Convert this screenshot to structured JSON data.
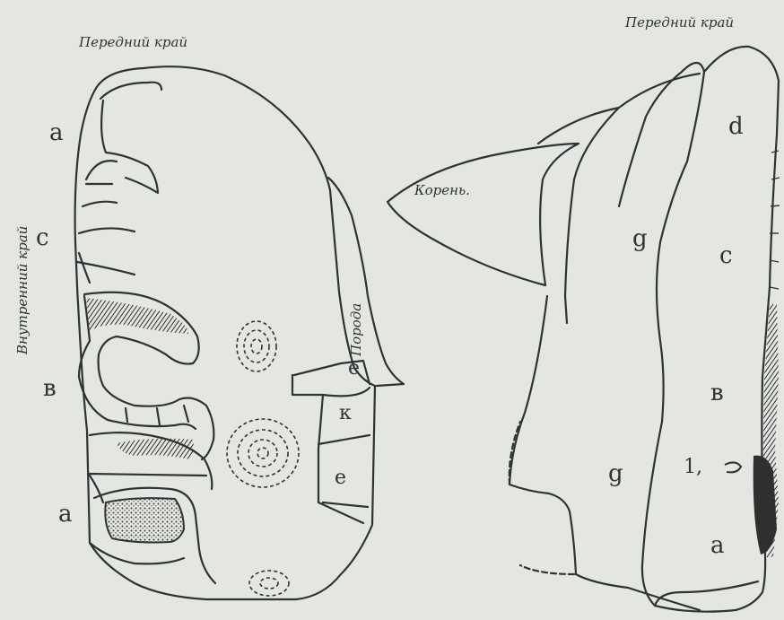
{
  "left_figure": {
    "top_label": "Передний край",
    "side_label": "Внутренний край",
    "rock_label": "Порода",
    "letters": {
      "a_top": "a",
      "c": "c",
      "b": "в",
      "a_bottom": "a",
      "e_top": "е",
      "k": "к",
      "e_bottom": "е"
    }
  },
  "right_figure": {
    "top_label": "Передний край",
    "root_label": "Корень.",
    "letters": {
      "d": "d",
      "c": "c",
      "g_top": "g",
      "b": "в",
      "g_bottom": "g",
      "mark": "1,",
      "a": "a"
    }
  },
  "colors": {
    "background": "#e4e6e1",
    "ink": "#2f3334"
  }
}
